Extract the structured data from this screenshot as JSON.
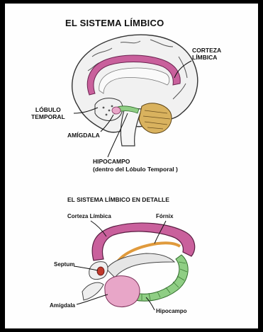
{
  "title": "EL SISTEMA  LÍMBICO",
  "brain_labels": {
    "corteza_line1": "CORTEZA",
    "corteza_line2": "LÍMBICA",
    "lobulo_line1": "LÓBULO",
    "lobulo_line2": "TEMPORAL",
    "amigdala": "AMÍGDALA",
    "hipocampo": "HIPOCAMPO",
    "hipocampo_sub": "(dentro del Lóbulo Temporal )"
  },
  "detail": {
    "title": "EL SISTEMA LÍMBICO EN DETALLE",
    "corteza": "Corteza Límbica",
    "fornix": "Fórnix",
    "septum": "Septum",
    "amigdala": "Amígdala",
    "hipocampo": "Hipocampo"
  },
  "colors": {
    "cortex_pink": "#c9609c",
    "amygdala_pink": "#e8a6c8",
    "hippocampus_green": "#8fce84",
    "fornix_orange": "#e09a3c",
    "septum_red": "#c0392b",
    "cerebellum_tan": "#d9b25e"
  }
}
